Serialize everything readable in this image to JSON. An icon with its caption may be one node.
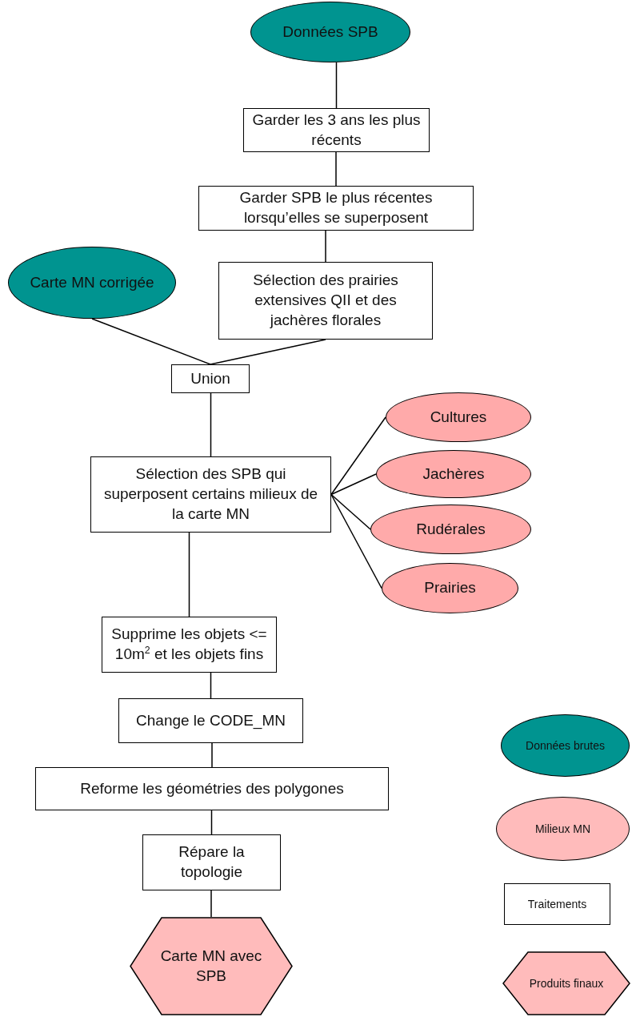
{
  "diagram": {
    "nodes": [
      {
        "text": [
          "Données SPB"
        ]
      },
      {
        "text": [
          "Garder les 3 ans les plus récents"
        ]
      },
      {
        "text": [
          "Garder SPB le plus récentes lorsqu’elles se superposent"
        ]
      },
      {
        "text": [
          "Carte MN corrigée"
        ]
      },
      {
        "text": [
          "Sélection des prairies extensives QII et des jachères florales"
        ]
      },
      {
        "text": [
          "Union"
        ]
      },
      {
        "text": [
          "Sélection des SPB qui superposent certains milieux de la carte MN"
        ]
      },
      {
        "text": [
          "Cultures"
        ]
      },
      {
        "text": [
          "Jachères"
        ]
      },
      {
        "text": [
          "Rudérales"
        ]
      },
      {
        "text": [
          "Prairies"
        ]
      },
      {
        "text": [
          "Supprime les objets <= 10m$^{2}$ et les objets fins"
        ]
      },
      {
        "text": [
          "Change le CODE_MN"
        ]
      },
      {
        "text": [
          "Reforme les géométries des polygones"
        ]
      },
      {
        "text": [
          "Répare la topologie"
        ]
      },
      {
        "text": [
          "Carte MN avec SPB"
        ]
      },
      {
        "text": [
          "Données brutes"
        ]
      },
      {
        "text": [
          "Milieux MN"
        ]
      },
      {
        "text": [
          "Traitements"
        ]
      },
      {
        "text": [
          "Produits finaux"
        ]
      }
    ],
    "edges": [
      {
        "from": 0,
        "to": 1,
        "arrow": "none"
      },
      {
        "from": 1,
        "to": 2,
        "arrow": "none"
      },
      {
        "from": 2,
        "to": 4,
        "arrow": "none"
      },
      {
        "from": 3,
        "to": 5,
        "arrow": "none"
      },
      {
        "from": 4,
        "to": 5,
        "arrow": "none"
      },
      {
        "from": 5,
        "to": 6,
        "arrow": "none"
      },
      {
        "from": 6,
        "to": 7,
        "arrow": "none"
      },
      {
        "from": 6,
        "to": 8,
        "arrow": "none"
      },
      {
        "from": 6,
        "to": 9,
        "arrow": "none"
      },
      {
        "from": 6,
        "to": 10,
        "arrow": "none"
      },
      {
        "from": 6,
        "to": 11,
        "arrow": "none"
      },
      {
        "from": 11,
        "to": 12,
        "arrow": "none"
      },
      {
        "from": 12,
        "to": 13,
        "arrow": "none"
      },
      {
        "from": 13,
        "to": 14,
        "arrow": "none"
      },
      {
        "from": 14,
        "to": 15,
        "arrow": "none"
      }
    ]
  }
}
